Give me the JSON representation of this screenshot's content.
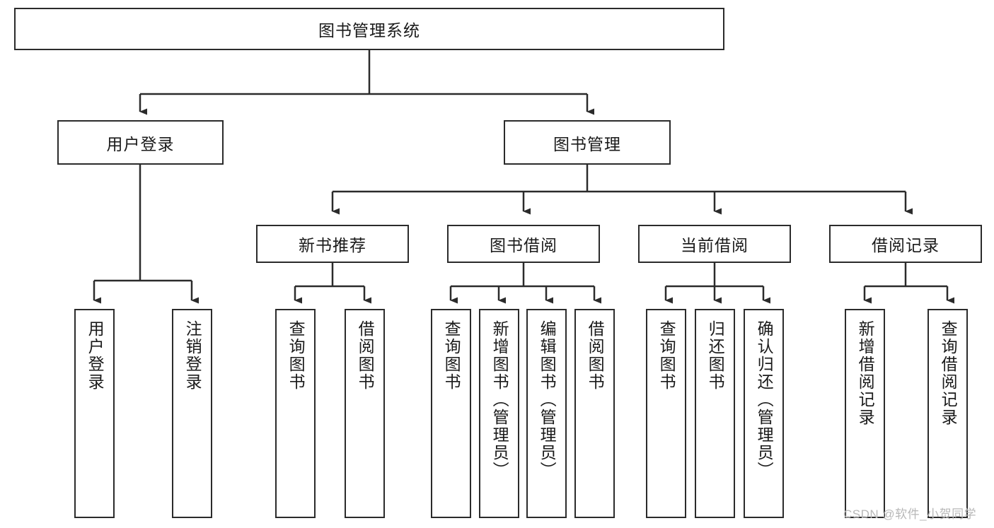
{
  "diagram": {
    "type": "hierarchy-tree",
    "title": "图书管理系统",
    "orientation": "top-down",
    "colors": {
      "box_border": "#2b2b2b",
      "box_fill": "#ffffff",
      "connector": "#2b2b2b",
      "text": "#1a1a1a",
      "watermark": "#b8b8b8"
    },
    "nodes": {
      "root": {
        "label": "图书管理系统"
      },
      "level2": [
        {
          "id": "user-login",
          "label": "用户登录"
        },
        {
          "id": "book-management",
          "label": "图书管理"
        }
      ],
      "level3": [
        {
          "id": "new-book-recommend",
          "label": "新书推荐"
        },
        {
          "id": "book-borrow",
          "label": "图书借阅"
        },
        {
          "id": "current-borrow",
          "label": "当前借阅"
        },
        {
          "id": "borrow-record",
          "label": "借阅记录"
        }
      ],
      "leaves": {
        "user-login": [
          {
            "id": "leaf-user-login",
            "label": "用户登录"
          },
          {
            "id": "leaf-user-logout",
            "label": "注销登录"
          }
        ],
        "new-book-recommend": [
          {
            "id": "leaf-query-book-1",
            "label": "查询图书"
          },
          {
            "id": "leaf-borrow-book-1",
            "label": "借阅图书"
          }
        ],
        "book-borrow": [
          {
            "id": "leaf-query-book-2",
            "label": "查询图书"
          },
          {
            "id": "leaf-add-book",
            "label": "新增图书（管理员）"
          },
          {
            "id": "leaf-edit-book",
            "label": "编辑图书（管理员）"
          },
          {
            "id": "leaf-borrow-book-2",
            "label": "借阅图书"
          }
        ],
        "current-borrow": [
          {
            "id": "leaf-query-book-3",
            "label": "查询图书"
          },
          {
            "id": "leaf-return-book",
            "label": "归还图书"
          },
          {
            "id": "leaf-confirm-return",
            "label": "确认归还（管理员）"
          }
        ],
        "borrow-record": [
          {
            "id": "leaf-add-record",
            "label": "新增借阅记录"
          },
          {
            "id": "leaf-query-record",
            "label": "查询借阅记录"
          }
        ]
      }
    }
  },
  "watermark": {
    "text": "CSDN @软件_小贺同学"
  }
}
